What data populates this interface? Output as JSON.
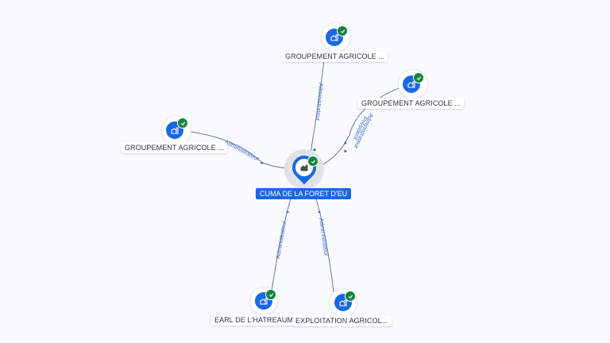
{
  "center": {
    "label": "CUMA DE LA FORET D'EU",
    "icon": "building-icon",
    "verified": true
  },
  "nodes": [
    {
      "id": "top",
      "label": "GROUPEMENT AGRICOLE ...",
      "icon": "building-icon",
      "verified": true
    },
    {
      "id": "right",
      "label": "GROUPEMENT AGRICOLE ...",
      "icon": "building-icon",
      "verified": true
    },
    {
      "id": "left",
      "label": "GROUPEMENT AGRICOLE ...",
      "icon": "building-icon",
      "verified": true
    },
    {
      "id": "bottom-left",
      "label": "EARL DE L'HATREAUM...",
      "icon": "building-icon",
      "verified": true
    },
    {
      "id": "bottom-right",
      "label": "EXPLOITATION AGRICOL...",
      "icon": "building-icon",
      "verified": true
    }
  ],
  "edges": [
    {
      "from": "top",
      "label": "Administrateur"
    },
    {
      "from": "right",
      "label": "Président",
      "label2": "Administrateur"
    },
    {
      "from": "left",
      "label": "Administrateur"
    },
    {
      "from": "bottom-left",
      "label": "Administrateur"
    },
    {
      "from": "bottom-right",
      "label": "Administrateur"
    }
  ],
  "colors": {
    "primary": "#1868e4",
    "verified": "#17833f",
    "edge": "#6b7a90",
    "edge_label": "#3f6fd1",
    "background": "#f8fafd"
  }
}
